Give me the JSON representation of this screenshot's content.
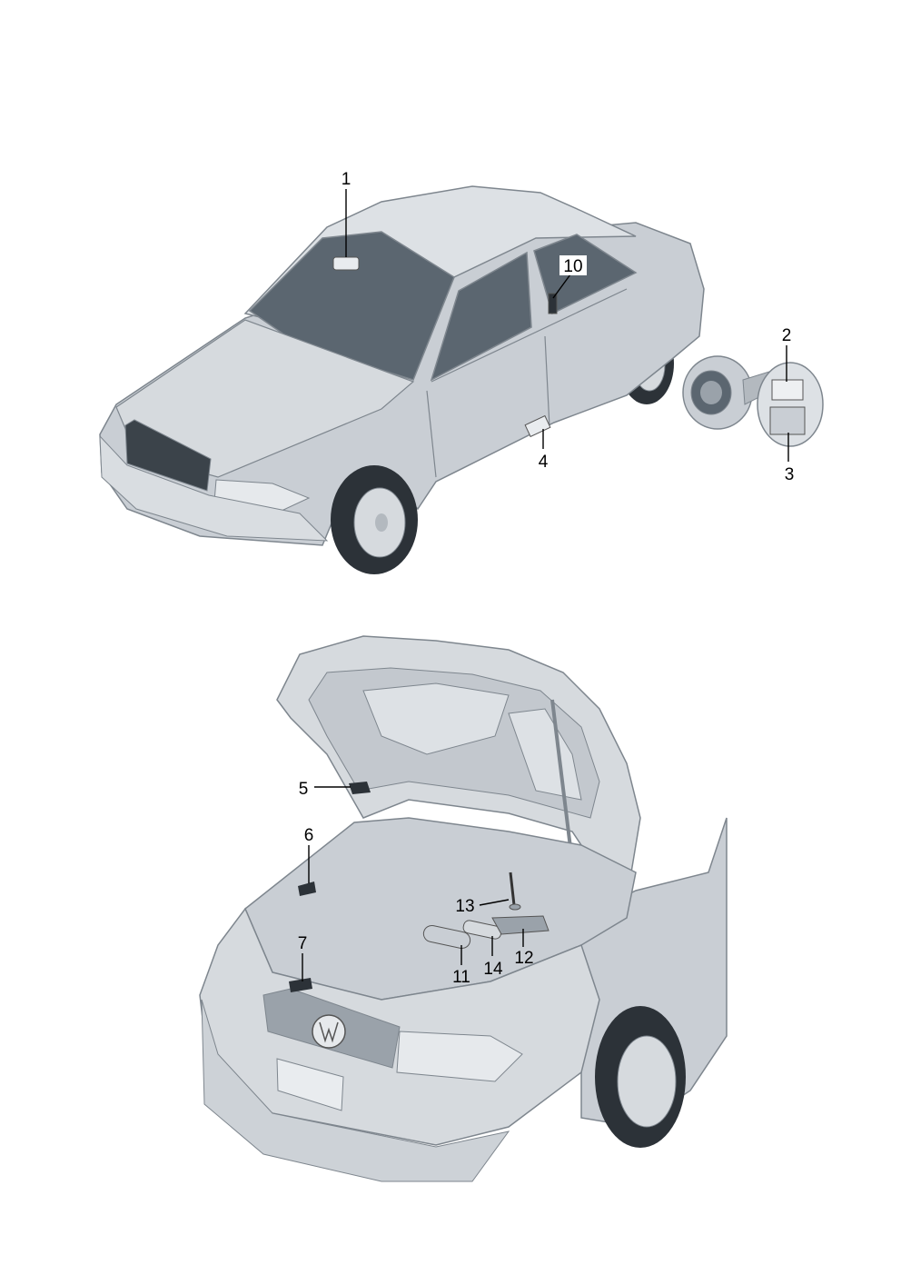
{
  "callouts": {
    "c1": "1",
    "c2": "2",
    "c3": "3",
    "c4": "4",
    "c5": "5",
    "c6": "6",
    "c7": "7",
    "c10": "10",
    "c11": "11",
    "c12": "12",
    "c13": "13",
    "c14": "14"
  },
  "colors": {
    "body_fill": "#c9ced4",
    "body_light": "#dde1e5",
    "glass": "#5b6670",
    "tire": "#2c3238",
    "outline": "#7e868e",
    "leader": "#000000"
  }
}
